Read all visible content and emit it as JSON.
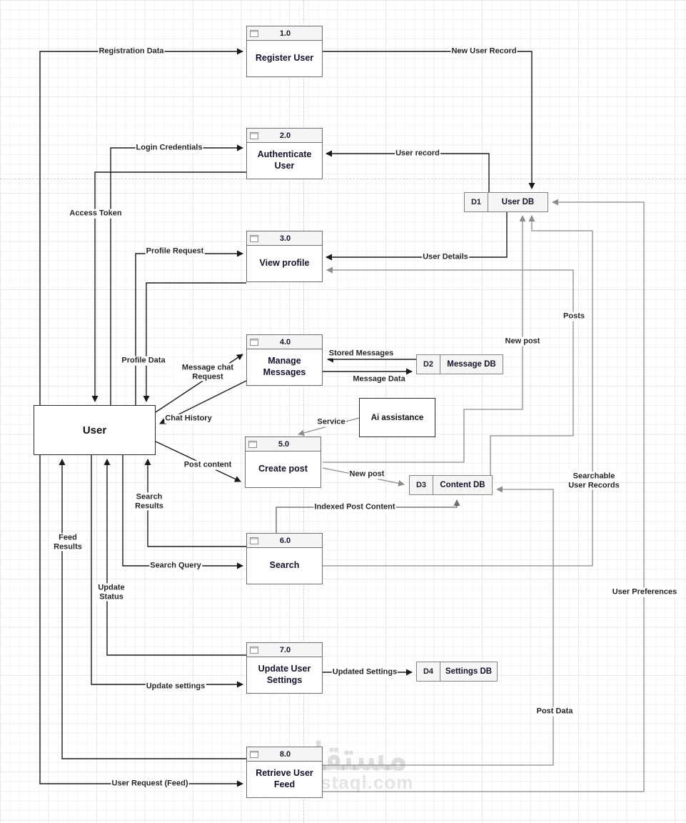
{
  "entities": [
    {
      "id": "user",
      "label": "User"
    },
    {
      "id": "ai-assistance",
      "label": "Ai assistance"
    }
  ],
  "processes": [
    {
      "number": "1.0",
      "name": "Register User"
    },
    {
      "number": "2.0",
      "name": "Authenticate User"
    },
    {
      "number": "3.0",
      "name": "View profile"
    },
    {
      "number": "4.0",
      "name": "Manage Messages"
    },
    {
      "number": "5.0",
      "name": "Create post"
    },
    {
      "number": "6.0",
      "name": "Search"
    },
    {
      "number": "7.0",
      "name": "Update User Settings"
    },
    {
      "number": "8.0",
      "name": "Retrieve User Feed"
    }
  ],
  "data_stores": [
    {
      "id": "D1",
      "name": "User DB"
    },
    {
      "id": "D2",
      "name": "Message DB"
    },
    {
      "id": "D3",
      "name": "Content DB"
    },
    {
      "id": "D4",
      "name": "Settings DB"
    }
  ],
  "flows": [
    {
      "label": "Registration Data",
      "from": "User",
      "to": "Register User"
    },
    {
      "label": "New User Record",
      "from": "Register User",
      "to": "User DB"
    },
    {
      "label": "Login Credentials",
      "from": "User",
      "to": "Authenticate User"
    },
    {
      "label": "User record",
      "from": "User DB",
      "to": "Authenticate User"
    },
    {
      "label": "Access Token",
      "from": "Authenticate User",
      "to": "User"
    },
    {
      "label": "Profile Request",
      "from": "User",
      "to": "View profile"
    },
    {
      "label": "User Details",
      "from": "User DB",
      "to": "View profile"
    },
    {
      "label": "Profile Data",
      "from": "View profile",
      "to": "User"
    },
    {
      "label": "Message chat Request",
      "from": "User",
      "to": "Manage Messages"
    },
    {
      "label": "Chat History",
      "from": "Manage Messages",
      "to": "User"
    },
    {
      "label": "Stored Messages",
      "from": "Message DB",
      "to": "Manage Messages"
    },
    {
      "label": "Message Data",
      "from": "Manage Messages",
      "to": "Message DB"
    },
    {
      "label": "Service",
      "from": "Ai assistance",
      "to": "Create post"
    },
    {
      "label": "Post content",
      "from": "User",
      "to": "Create post"
    },
    {
      "label": "New post",
      "from": "Create post",
      "to": "Content DB"
    },
    {
      "label": "New post",
      "from": "Create post",
      "to": "User DB"
    },
    {
      "label": "Posts",
      "from": "Content DB",
      "to": "View profile"
    },
    {
      "label": "Indexed Post Content",
      "from": "Search",
      "to": "Content DB"
    },
    {
      "label": "Search Query",
      "from": "User",
      "to": "Search"
    },
    {
      "label": "Search Results",
      "from": "Search",
      "to": "User"
    },
    {
      "label": "Searchable User Records",
      "from": "Search",
      "to": "User DB"
    },
    {
      "label": "Update settings",
      "from": "User",
      "to": "Update User Settings"
    },
    {
      "label": "Update Status",
      "from": "Update User Settings",
      "to": "User"
    },
    {
      "label": "Updated Settings",
      "from": "Update User Settings",
      "to": "Settings DB"
    },
    {
      "label": "User Request (Feed)",
      "from": "User",
      "to": "Retrieve User Feed"
    },
    {
      "label": "Feed Results",
      "from": "Retrieve User Feed",
      "to": "User"
    },
    {
      "label": "User Preferences",
      "from": "Retrieve User Feed",
      "to": "User DB"
    },
    {
      "label": "Post Data",
      "from": "Retrieve User Feed",
      "to": "Content DB"
    }
  ],
  "colors": {
    "flow_black": "#1a1a1a",
    "flow_gray": "#8c8c8c",
    "process_header_fill": "#f5f5f5",
    "store_fill": "#f5f5f5",
    "border_gray": "#6e6e6e"
  },
  "watermark": {
    "arabic": "مستقل",
    "domain": "mostaql.com"
  }
}
